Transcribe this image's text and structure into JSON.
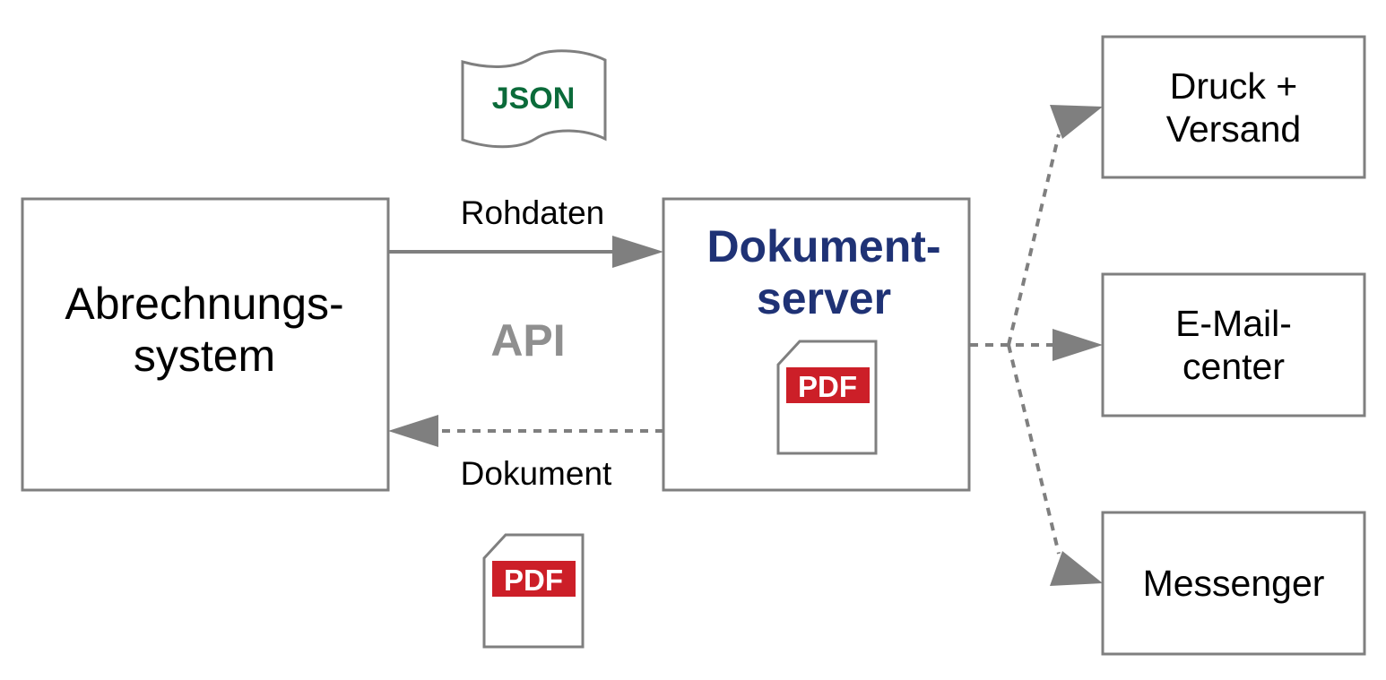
{
  "colors": {
    "line": "#7f7f7f",
    "text": "#000000",
    "title": "#1f3275",
    "json": "#0b6b3a",
    "api": "#8f8f8f",
    "pdf_red": "#cc1f28"
  },
  "nodes": {
    "billing": {
      "line1": "Abrechnungs-",
      "line2": "system"
    },
    "docserver": {
      "line1": "Dokument-",
      "line2": "server",
      "pdf_label": "PDF"
    },
    "print": {
      "line1": "Druck +",
      "line2": "Versand"
    },
    "email": {
      "line1": "E-Mail-",
      "line2": "center"
    },
    "messenger": {
      "label": "Messenger"
    }
  },
  "edges": {
    "raw_data": {
      "label": "Rohdaten",
      "style": "solid"
    },
    "document": {
      "label": "Dokument",
      "style": "dashed"
    }
  },
  "artifacts": {
    "json_label": "JSON",
    "api_label": "API",
    "pdf_label": "PDF"
  }
}
